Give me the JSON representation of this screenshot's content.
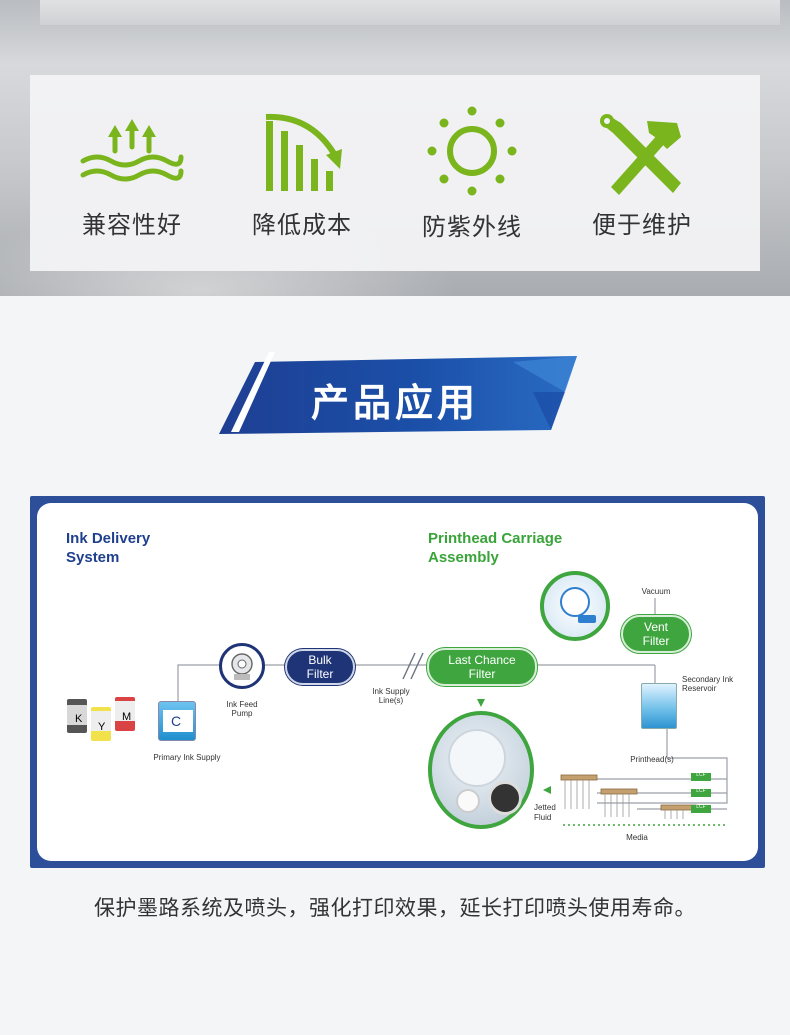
{
  "features": [
    {
      "icon": "wave-arrows-icon",
      "label": "兼容性好"
    },
    {
      "icon": "declining-bars-icon",
      "label": "降低成本"
    },
    {
      "icon": "sun-icon",
      "label": "防紫外线"
    },
    {
      "icon": "hammer-wrench-icon",
      "label": "便于维护"
    }
  ],
  "section": {
    "title": "产品应用"
  },
  "diagram": {
    "ink_delivery_title": "Ink Delivery System",
    "printhead_title": "Printhead Carriage Assembly",
    "cartridge_letters": {
      "k": "K",
      "y": "Y",
      "m": "M",
      "c": "C"
    },
    "primary_supply": "Primary Ink Supply",
    "feed_pump": "Ink Feed Pump",
    "bulk_filter": "Bulk Filter",
    "supply_line": "Ink Supply Line(s)",
    "last_chance": "Last Chance Filter",
    "vacuum": "Vacuum",
    "vent_filter": "Vent Filter",
    "secondary_reservoir": "Secondary Ink Reservoir",
    "printheads": "Printhead(s)",
    "jetted_fluid": "Jetted Fluid",
    "media": "Media",
    "lcf_tag": "LCF"
  },
  "caption": "保护墨路系统及喷头，强化打印效果，延长打印喷头使用寿命。",
  "colors": {
    "accent_green": "#7ab51d",
    "navy": "#1e3477",
    "diagram_green": "#3fa53f"
  }
}
